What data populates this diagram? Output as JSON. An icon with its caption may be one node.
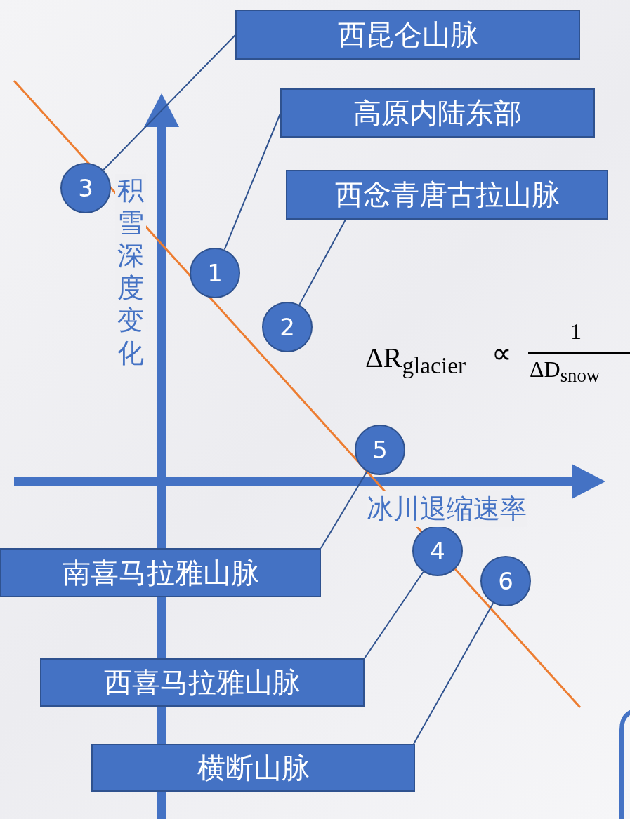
{
  "diagram": {
    "nodes": [
      {
        "text": [
          "西昆仑山脉"
        ]
      },
      {
        "text": [
          "高原内陆东部"
        ]
      },
      {
        "text": [
          "西念青唐古拉山脉"
        ]
      },
      {
        "text": [
          "3"
        ]
      },
      {
        "text": [
          "1"
        ]
      },
      {
        "text": [
          "2"
        ]
      },
      {
        "text": [
          "5"
        ]
      },
      {
        "text": [
          "南喜马拉雅山脉"
        ]
      },
      {
        "text": [
          "4"
        ]
      },
      {
        "text": [
          "6"
        ]
      },
      {
        "text": [
          "西喜马拉雅山脉"
        ]
      },
      {
        "text": [
          "横断山脉"
        ]
      }
    ],
    "edges": [
      {
        "from": 3,
        "to": 0,
        "arrow": "none"
      },
      {
        "from": 4,
        "to": 1,
        "arrow": "none"
      },
      {
        "from": 5,
        "to": 2,
        "arrow": "none"
      },
      {
        "from": 6,
        "to": 7,
        "arrow": "none"
      },
      {
        "from": 8,
        "to": 10,
        "arrow": "none"
      },
      {
        "from": 9,
        "to": 11,
        "arrow": "none"
      }
    ],
    "labels": [
      "积雪深度变化",
      "ΔR$_{glacier}$",
      "∝",
      "1",
      "ΔD$_{snow}$",
      "冰川退缩速率"
    ]
  }
}
